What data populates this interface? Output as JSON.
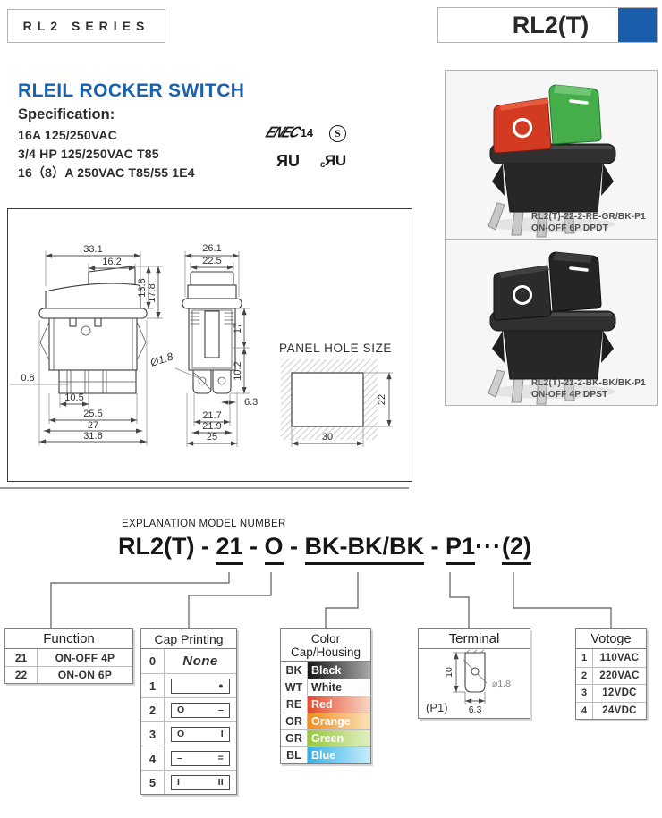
{
  "header": {
    "series_label": "RL2 SERIES",
    "model_label": "RL2(T)",
    "accent_color": "#1a5dab"
  },
  "intro": {
    "title": "RLEIL ROCKER SWITCH",
    "title_color": "#1961ac",
    "spec_title": "Specification:",
    "spec_line1": "16A 125/250VAC",
    "spec_line2": "3/4 HP  125/250VAC T85",
    "spec_line3": "16（8）A 250VAC T85/55 1E4"
  },
  "certifications": {
    "enec_text": "ENEC",
    "enec_number": "14",
    "s_mark": "S",
    "ul_r": "R",
    "ul_u": "U",
    "cul_c": "c"
  },
  "drawing": {
    "left_view": {
      "dim_cap_width": "33.1",
      "dim_rocker_width": "16.2",
      "dim_rocker_height": "13.8",
      "dim_cap_height": "17.8",
      "dim_pin_thickness": "0.8",
      "dim_pin_span": "10.5",
      "dim_body_width": "25.5",
      "dim_mid_width": "27",
      "dim_flange_width": "31.6"
    },
    "right_view": {
      "dim_cap_width": "26.1",
      "dim_rocker_width": "22.5",
      "dim_body_height": "17",
      "dim_terminal_height": "10.2",
      "dim_terminal_offset": "6.3",
      "dim_hole": "Ø1.8",
      "dim_w1": "21.7",
      "dim_w2": "21.9",
      "dim_w3": "25"
    },
    "panel_hole": {
      "title": "PANEL HOLE SIZE",
      "width": "30",
      "height": "22"
    }
  },
  "photos": [
    {
      "caption_line1": "RL2(T)-22-2-RE-GR/BK-P1",
      "caption_line2": "ON-OFF 6P DPDT",
      "cap_left_color": "#d23a21",
      "cap_left_top_color": "#e85a3e",
      "cap_right_color": "#45ad4a",
      "cap_right_top_color": "#6fc573",
      "cap_left_symbol": "O",
      "cap_right_symbol": "–"
    },
    {
      "caption_line1": "RL2(T)-21-2-BK-BK/BK-P1",
      "caption_line2": "ON-OFF 4P DPST",
      "cap_left_color": "#2b2b2b",
      "cap_left_top_color": "#414141",
      "cap_right_color": "#252525",
      "cap_right_top_color": "#3c3c3c",
      "cap_left_symbol": "O",
      "cap_right_symbol": "–"
    }
  ],
  "model_explanation": {
    "label": "EXPLANATION MODEL NUMBER",
    "prefix": "RL2(T)",
    "sep1": " - ",
    "seg_function": "21",
    "sep2": " - ",
    "seg_printing": "O",
    "sep3": " - ",
    "seg_color": "BK-BK/BK",
    "sep4": " - ",
    "seg_terminal": "P1",
    "dots": "···",
    "seg_voltage": "(2)"
  },
  "tables": {
    "function": {
      "header": "Function",
      "rows": [
        {
          "code": "21",
          "value": "ON-OFF 4P"
        },
        {
          "code": "22",
          "value": "ON-ON 6P"
        }
      ]
    },
    "cap_printing": {
      "header": "Cap Printing",
      "rows": [
        {
          "code": "0",
          "none": "None"
        },
        {
          "code": "1",
          "left": "",
          "right": "●"
        },
        {
          "code": "2",
          "left": "O",
          "right": "–"
        },
        {
          "code": "3",
          "left": "O",
          "right": "I"
        },
        {
          "code": "4",
          "left": "–",
          "right": "="
        },
        {
          "code": "5",
          "left": "I",
          "right": "II"
        }
      ]
    },
    "color": {
      "header_line1": "Color",
      "header_line2": "Cap/Housing",
      "rows": [
        {
          "code": "BK",
          "name": "Black",
          "from": "#161616",
          "to": "#a9a9a9",
          "text": "#ffffff"
        },
        {
          "code": "WT",
          "name": "White",
          "from": "#ffffff",
          "to": "#fdfdfd",
          "text": "#2b2b2b"
        },
        {
          "code": "RE",
          "name": "Red",
          "from": "#e4492d",
          "to": "#f8d8c6",
          "text": "#ffffff"
        },
        {
          "code": "OR",
          "name": "Orange",
          "from": "#f08b1d",
          "to": "#fbe3bb",
          "text": "#ffffff"
        },
        {
          "code": "GR",
          "name": "Green",
          "from": "#96c83d",
          "to": "#e4f0c3",
          "text": "#ffffff"
        },
        {
          "code": "BL",
          "name": "Blue",
          "from": "#35b2e7",
          "to": "#c8ecfa",
          "text": "#ffffff"
        }
      ]
    },
    "terminal": {
      "header": "Terminal",
      "p_label": "(P1)",
      "dim_height": "10",
      "dim_width": "6.3",
      "dim_hole": "⌀1.8"
    },
    "voltage": {
      "header": "Votoge",
      "rows": [
        {
          "code": "1",
          "value": "110VAC"
        },
        {
          "code": "2",
          "value": "220VAC"
        },
        {
          "code": "3",
          "value": "12VDC"
        },
        {
          "code": "4",
          "value": "24VDC"
        }
      ]
    }
  }
}
